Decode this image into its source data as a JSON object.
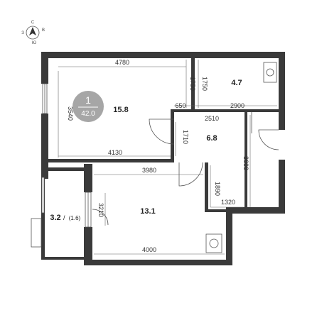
{
  "compass": {
    "north": "С",
    "west": "З",
    "east": "В",
    "south": "Ю"
  },
  "apartment": {
    "rooms": "1",
    "total_area": "42.0"
  },
  "rooms": {
    "living": "15.8",
    "bath_top": "4.7",
    "hall": "6.8",
    "kitchen": "13.1",
    "balcony": "3.2",
    "balcony_reduced": "(1.6)"
  },
  "dimensions": {
    "d4780": "4780",
    "d3540": "3540",
    "d1750a": "1750",
    "d1750b": "1750",
    "d650": "650",
    "d2510": "2510",
    "d2900": "2900",
    "d1710": "1710",
    "d4130": "4130",
    "d3600": "3600",
    "d3980": "3980",
    "d1890": "1890",
    "d1320": "1320",
    "d3210": "3210",
    "d4000": "4000"
  },
  "colors": {
    "wall": "#3a3a3a",
    "badge": "#a6a6a6",
    "line": "#555555"
  }
}
